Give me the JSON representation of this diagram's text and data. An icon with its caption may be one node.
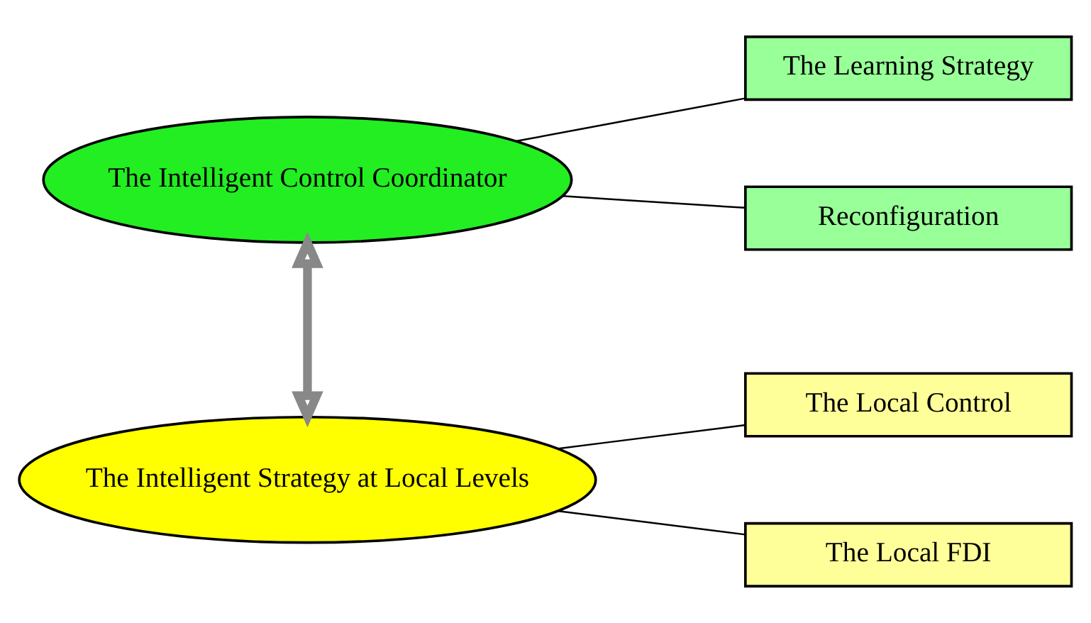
{
  "diagram": {
    "nodes": [
      {
        "text": [
          "The Intelligent Control Coordinator"
        ]
      },
      {
        "text": [
          "The Learning Strategy"
        ]
      },
      {
        "text": [
          "Reconfiguration"
        ]
      },
      {
        "text": [
          "The Intelligent Strategy at Local Levels"
        ]
      },
      {
        "text": [
          "The Local Control"
        ]
      },
      {
        "text": [
          "The Local FDI"
        ]
      }
    ],
    "edges": [
      {
        "from": 0,
        "to": 1,
        "arrow": "none"
      },
      {
        "from": 0,
        "to": 2,
        "arrow": "none"
      },
      {
        "from": 0,
        "to": 3,
        "arrow": "both",
        "style": "thick",
        "color": "#888888"
      },
      {
        "from": 3,
        "to": 4,
        "arrow": "none"
      },
      {
        "from": 3,
        "to": 5,
        "arrow": "none"
      }
    ]
  }
}
